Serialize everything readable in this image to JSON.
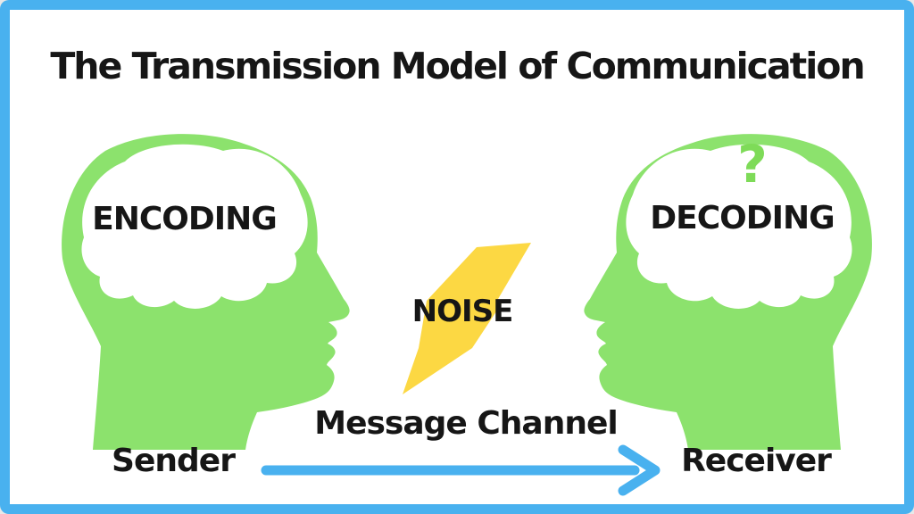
{
  "colors": {
    "accent_blue": "#49b1ef",
    "head_green": "#8ce26d",
    "bolt_yellow": "#fcd843",
    "ink_black": "#161616",
    "question_green": "#7edb58"
  },
  "title": {
    "text": "The Transmission Model of Communication"
  },
  "sender_side": {
    "encoding_label": "ENCODING",
    "role_label": "Sender"
  },
  "receiver_side": {
    "decoding_label": "DECODING",
    "question_mark": "?",
    "role_label": "Receiver"
  },
  "channel": {
    "noise_label": "NOISE",
    "message_label": "Message Channel"
  }
}
